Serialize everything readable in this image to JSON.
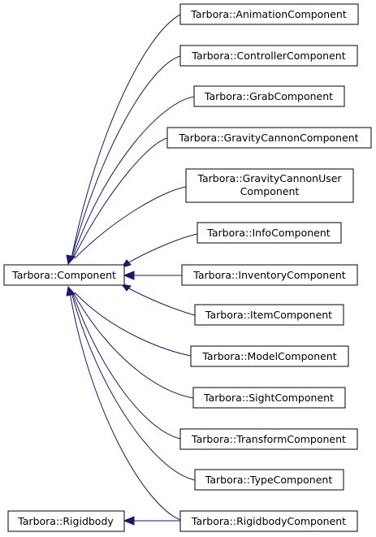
{
  "diagram": {
    "base_class": "Tarbora::Component",
    "other_base": "Tarbora::Rigidbody",
    "derived": [
      "Tarbora::AnimationComponent",
      "Tarbora::ControllerComponent",
      "Tarbora::GrabComponent",
      "Tarbora::GravityCannonComponent",
      "Tarbora::GravityCannonUser",
      "Component",
      "Tarbora::InfoComponent",
      "Tarbora::InventoryComponent",
      "Tarbora::ItemComponent",
      "Tarbora::ModelComponent",
      "Tarbora::SightComponent",
      "Tarbora::TransformComponent",
      "Tarbora::TypeComponent",
      "Tarbora::RigidbodyComponent"
    ],
    "colors": {
      "edge": "#191970",
      "box_border": "#000000",
      "box_fill": "#ffffff"
    }
  }
}
